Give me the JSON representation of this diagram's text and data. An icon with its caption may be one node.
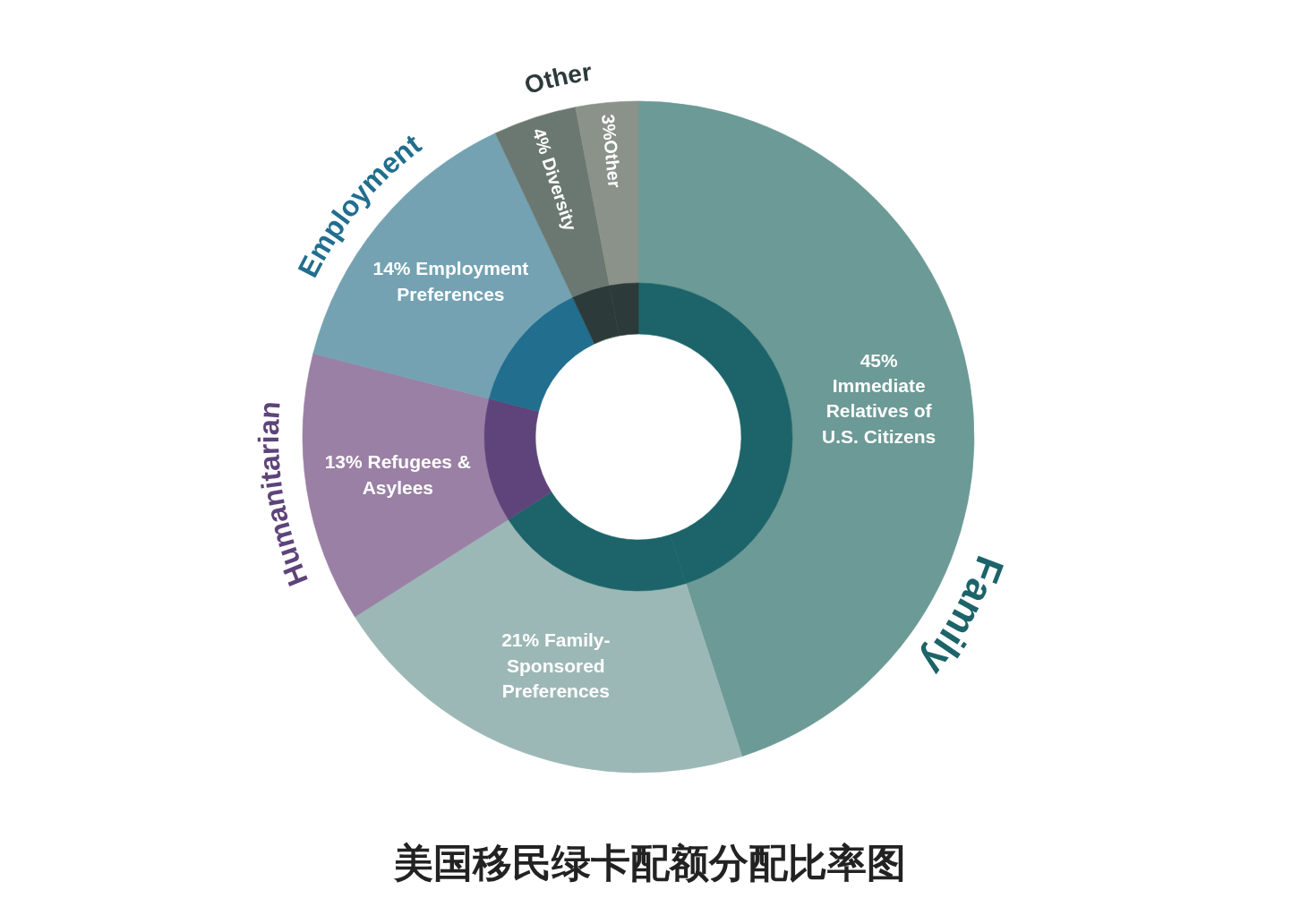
{
  "diagram": {
    "caption": "美国移民绿卡配额分配比率图",
    "chart_data": {
      "type": "donut",
      "categories": [
        "45% Immediate Relatives of U.S. Citizens",
        "21% Family-Sponsored Preferences",
        "13% Refugees & Asylees",
        "14% Employment Preferences",
        "4% Diversity",
        "3%Other"
      ],
      "series": [
        {
          "name": null,
          "colors": [
            "#6c9a96",
            "#9cb8b6",
            "#9a80a4",
            "#74a2b2",
            "#6b7872",
            "#8a928a"
          ],
          "values": [
            45,
            21,
            13,
            14,
            4,
            3
          ]
        },
        {
          "name": null,
          "colors": [
            "#1c6469",
            "#1c6469",
            "#5e447a",
            "#216e8e",
            "#2d3a3a",
            "#2d3a3a"
          ],
          "values": [
            45,
            21,
            13,
            14,
            4,
            3
          ]
        }
      ],
      "annotations": [
        {
          "text": "Family"
        },
        {
          "text": "Humanitarian"
        },
        {
          "text": "Employment"
        },
        {
          "text": "Other"
        }
      ]
    }
  }
}
